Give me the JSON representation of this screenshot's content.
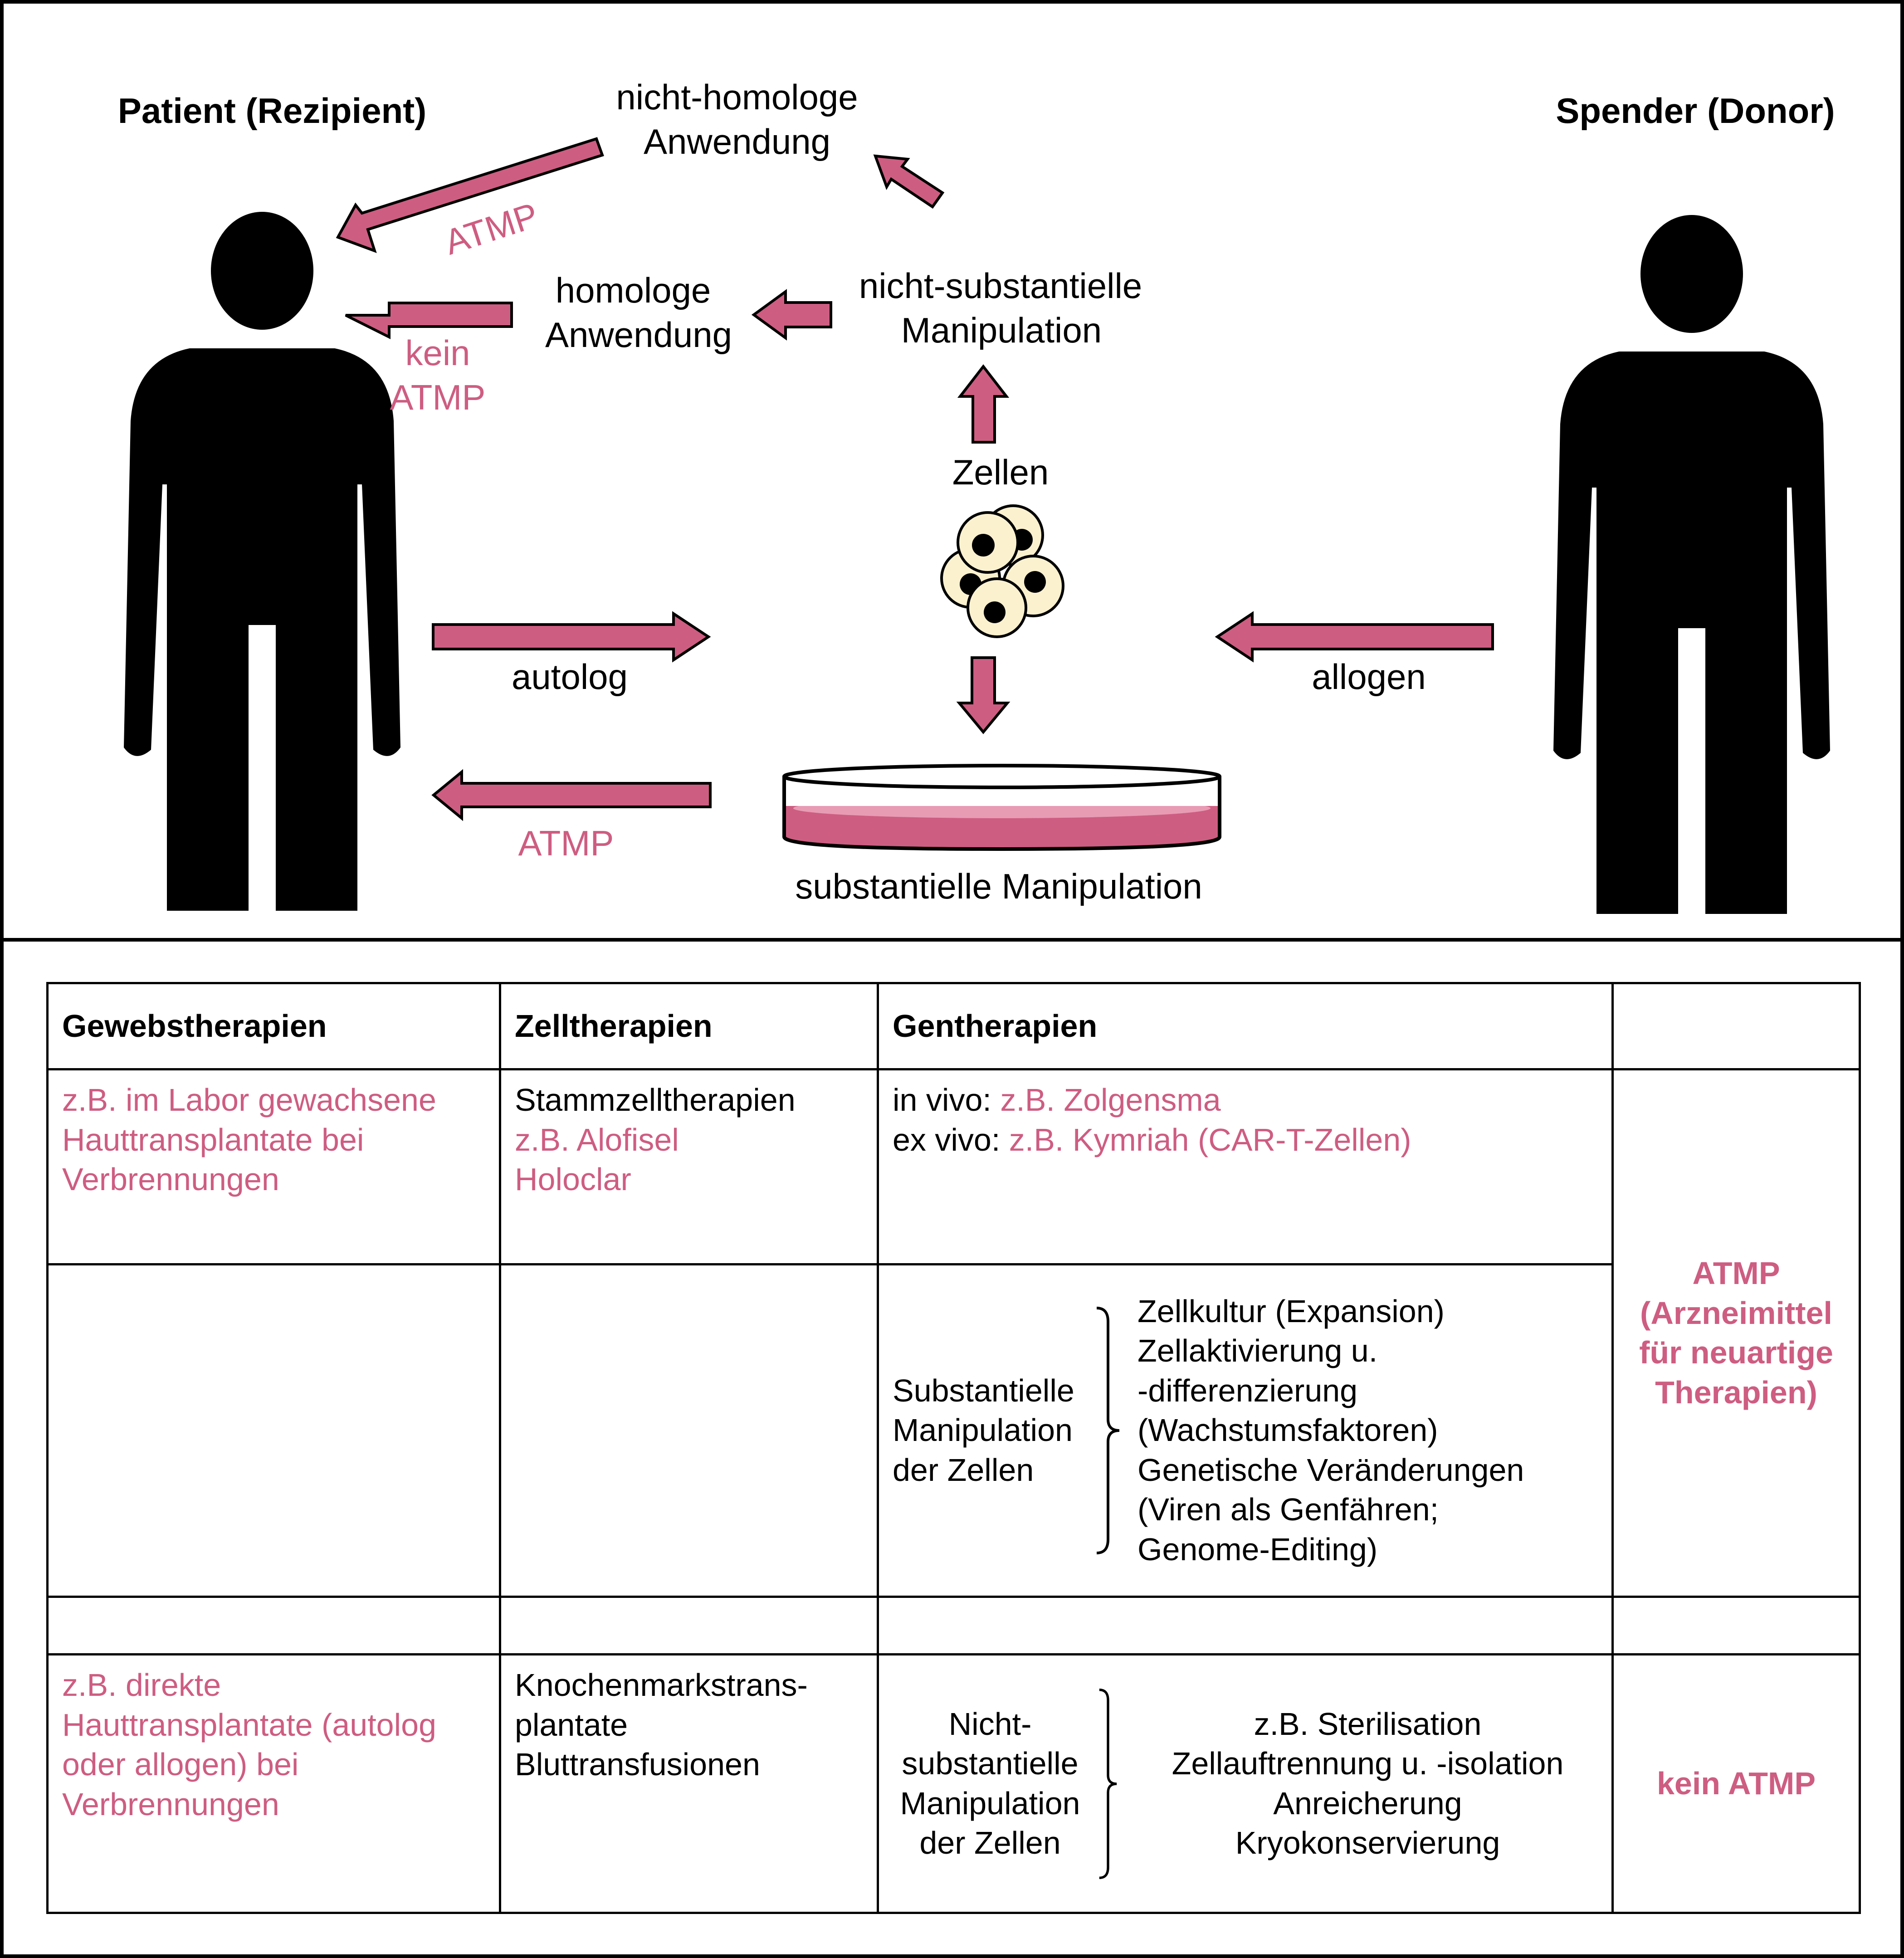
{
  "colors": {
    "accent": "#CE5D82",
    "cell_fill": "#FBF1CF",
    "ink": "#000000"
  },
  "diagram": {
    "patient_title": "Patient (Rezipient)",
    "donor_title": "Spender (Donor)",
    "nonhomologous_line1": "nicht-homologe",
    "nonhomologous_line2": "Anwendung",
    "atmp_diag_label": "ATMP",
    "homologous_line1": "homologe",
    "homologous_line2": "Anwendung",
    "kein_line1": "kein",
    "kein_line2": "ATMP",
    "nonsubst_line1": "nicht-substantielle",
    "nonsubst_line2": "Manipulation",
    "cells_label": "Zellen",
    "autolog_label": "autolog",
    "allogen_label": "allogen",
    "atmp_bottom_label": "ATMP",
    "subst_label": "substantielle Manipulation",
    "icons": [
      "person-icon",
      "cell-cluster-icon",
      "petri-dish-icon"
    ]
  },
  "table": {
    "headers": [
      "Gewebstherapien",
      "Zelltherapien",
      "Gentherapien",
      ""
    ],
    "row1": {
      "gewebe": [
        "z.B. im Labor gewachsene",
        "Hauttransplantate bei",
        "Verbrennungen"
      ],
      "zell_line1": "Stammzelltherapien",
      "zell_pink": [
        "z.B. Alofisel",
        "Holoclar"
      ],
      "gen_invivo_prefix": "in vivo: ",
      "gen_invivo_value": "z.B. Zolgensma",
      "gen_exvivo_prefix": "ex vivo: ",
      "gen_exvivo_value": "z.B. Kymriah (CAR-T-Zellen)"
    },
    "atmp_result": [
      "ATMP",
      "(Arzneimittel",
      "für neuartige",
      "Therapien)"
    ],
    "subst": {
      "left": [
        "Substantielle",
        "Manipulation",
        "der Zellen"
      ],
      "right": [
        "Zellkultur (Expansion)",
        "Zellaktivierung u.",
        "-differenzierung",
        "(Wachstumsfaktoren)",
        "Genetische Veränderungen",
        "(Viren als Genfähren;",
        "Genome-Editing)"
      ]
    },
    "row3": {
      "gewebe": [
        "z.B. direkte",
        "Hauttransplantate (autolog",
        "oder allogen) bei",
        "Verbrennungen"
      ],
      "zell": [
        "Knochenmarkstrans-",
        "plantate",
        "Bluttransfusionen"
      ],
      "nonsubst_left": [
        "Nicht-",
        "substantielle",
        "Manipulation",
        "der Zellen"
      ],
      "nonsubst_right": [
        "z.B. Sterilisation",
        "Zellauftrennung u. -isolation",
        "Anreicherung",
        "Kryokonservierung"
      ],
      "result": "kein ATMP"
    }
  }
}
